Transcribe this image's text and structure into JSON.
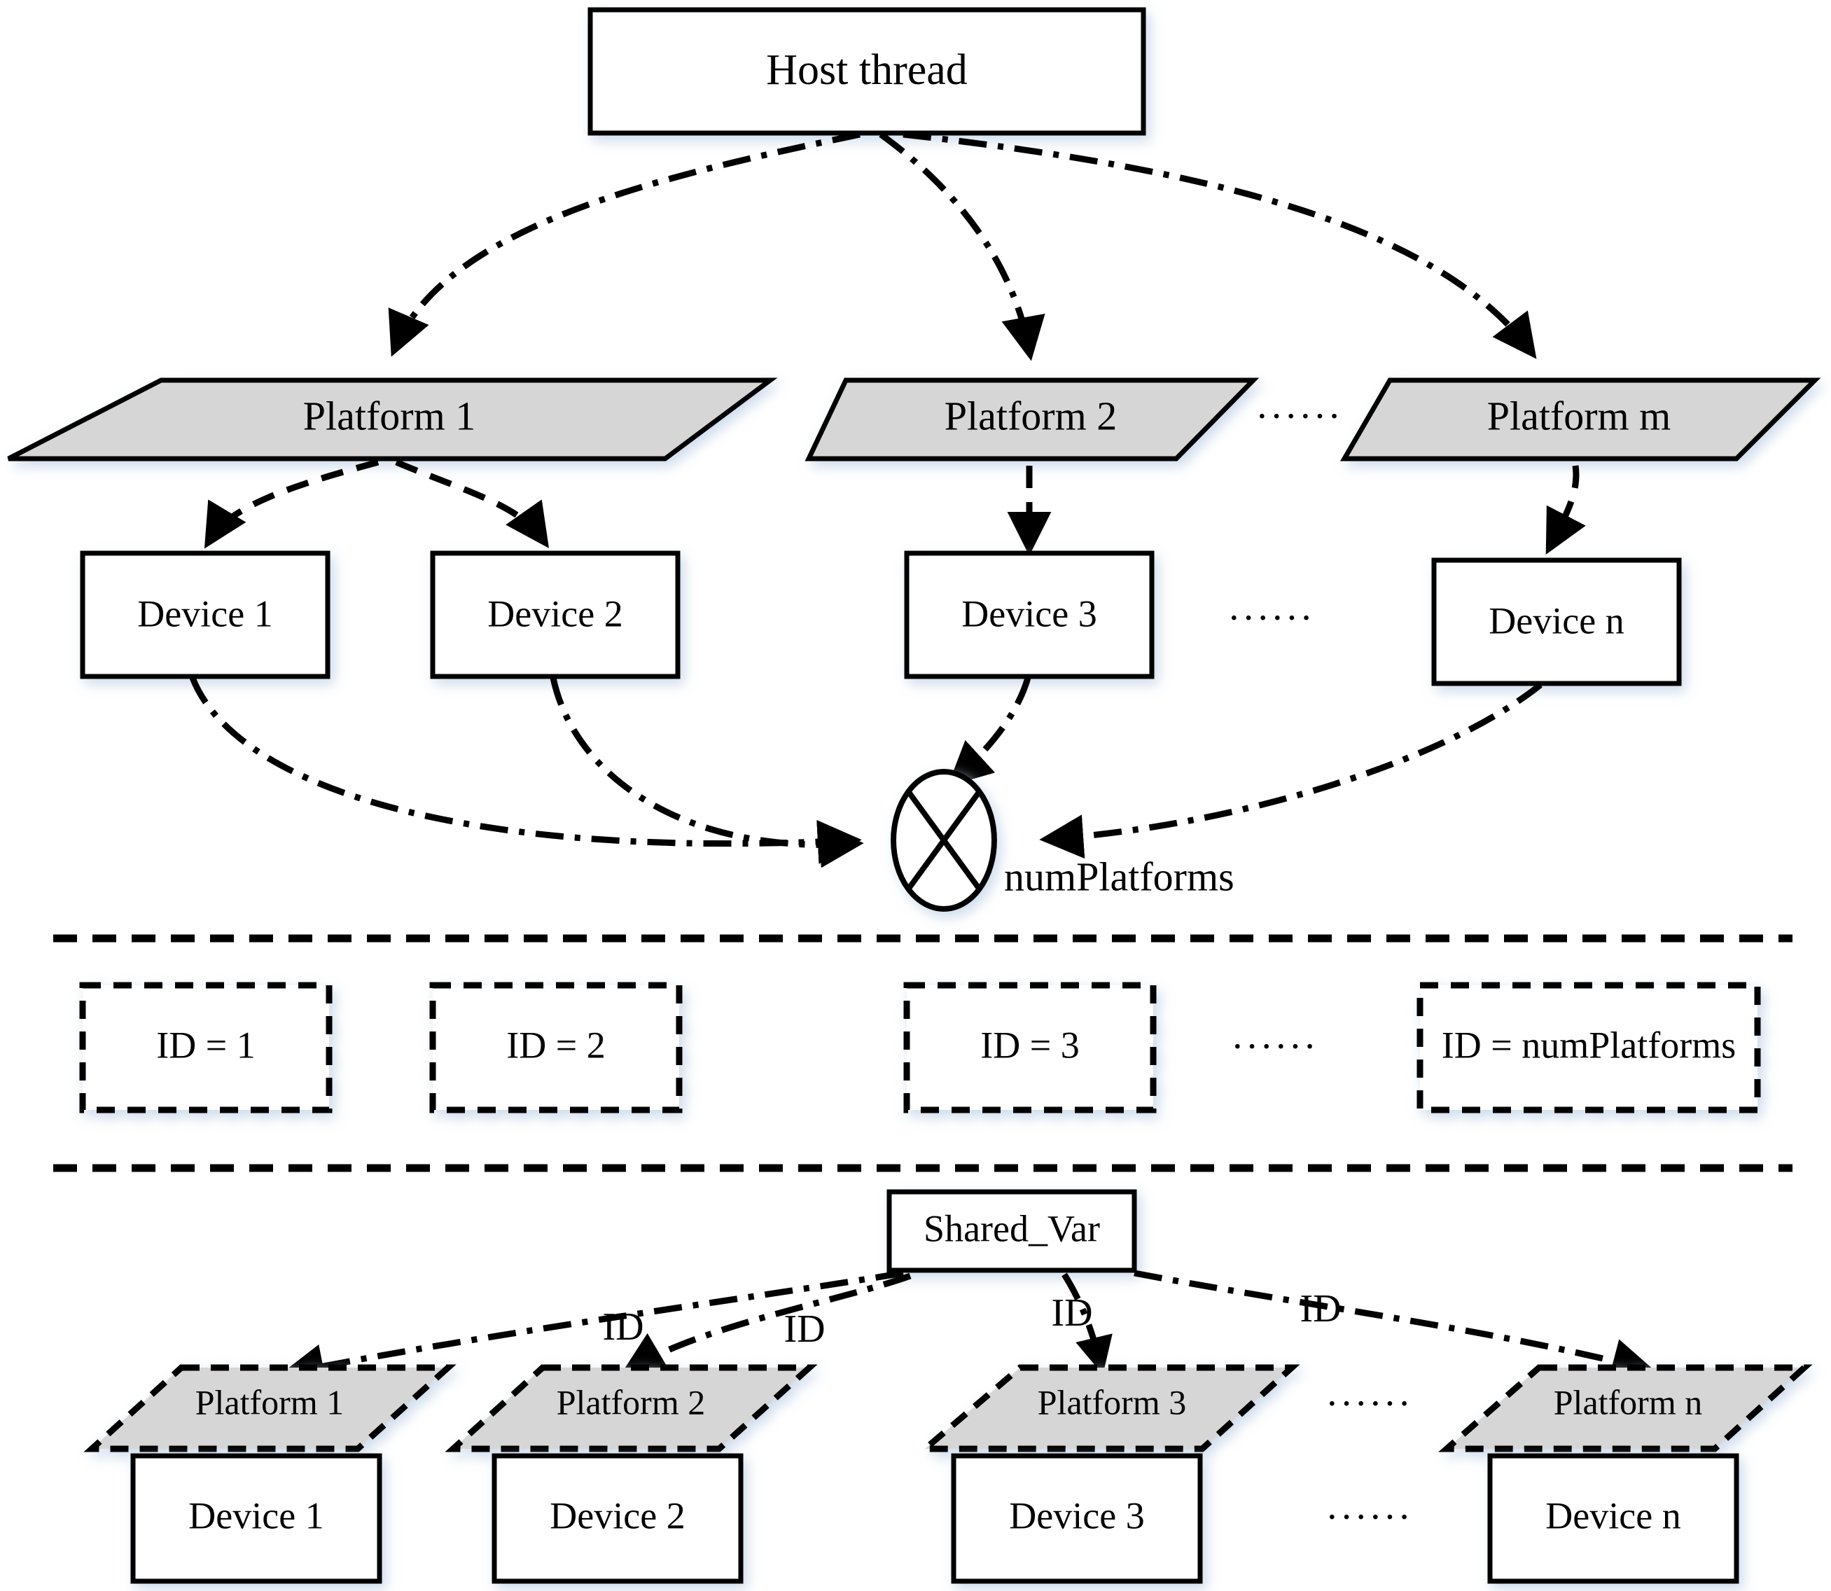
{
  "diagram": {
    "title": "OpenCL host thread platform device mapping diagram",
    "colors": {
      "platform_fill": "#d6d6d6",
      "box_fill": "#ffffff",
      "stroke": "#000000",
      "shadow": "#dfe8f2"
    },
    "host": {
      "label": "Host thread"
    },
    "platforms_top": [
      {
        "label": "Platform 1"
      },
      {
        "label": "Platform 2"
      },
      {
        "label": "Platform m"
      }
    ],
    "devices_top": [
      {
        "label": "Device 1"
      },
      {
        "label": "Device 2"
      },
      {
        "label": "Device 3"
      },
      {
        "label": "Device n"
      }
    ],
    "junction": {
      "icon": "cross-circle-icon",
      "label": "numPlatforms"
    },
    "id_boxes": [
      {
        "label": "ID = 1"
      },
      {
        "label": "ID = 2"
      },
      {
        "label": "ID = 3"
      },
      {
        "label": "ID = numPlatforms"
      }
    ],
    "shared_var": {
      "label": "Shared_Var"
    },
    "shared_edges": [
      {
        "label": "ID"
      },
      {
        "label": "ID"
      },
      {
        "label": "ID"
      },
      {
        "label": "ID"
      }
    ],
    "platforms_bottom": [
      {
        "label": "Platform 1"
      },
      {
        "label": "Platform 2"
      },
      {
        "label": "Platform 3"
      },
      {
        "label": "Platform n"
      }
    ],
    "devices_bottom": [
      {
        "label": "Device 1"
      },
      {
        "label": "Device 2"
      },
      {
        "label": "Device 3"
      },
      {
        "label": "Device n"
      }
    ],
    "ellipses": [
      {
        "label": "······"
      },
      {
        "label": "······"
      },
      {
        "label": "······"
      },
      {
        "label": "······"
      },
      {
        "label": "······"
      },
      {
        "label": "······"
      }
    ]
  }
}
